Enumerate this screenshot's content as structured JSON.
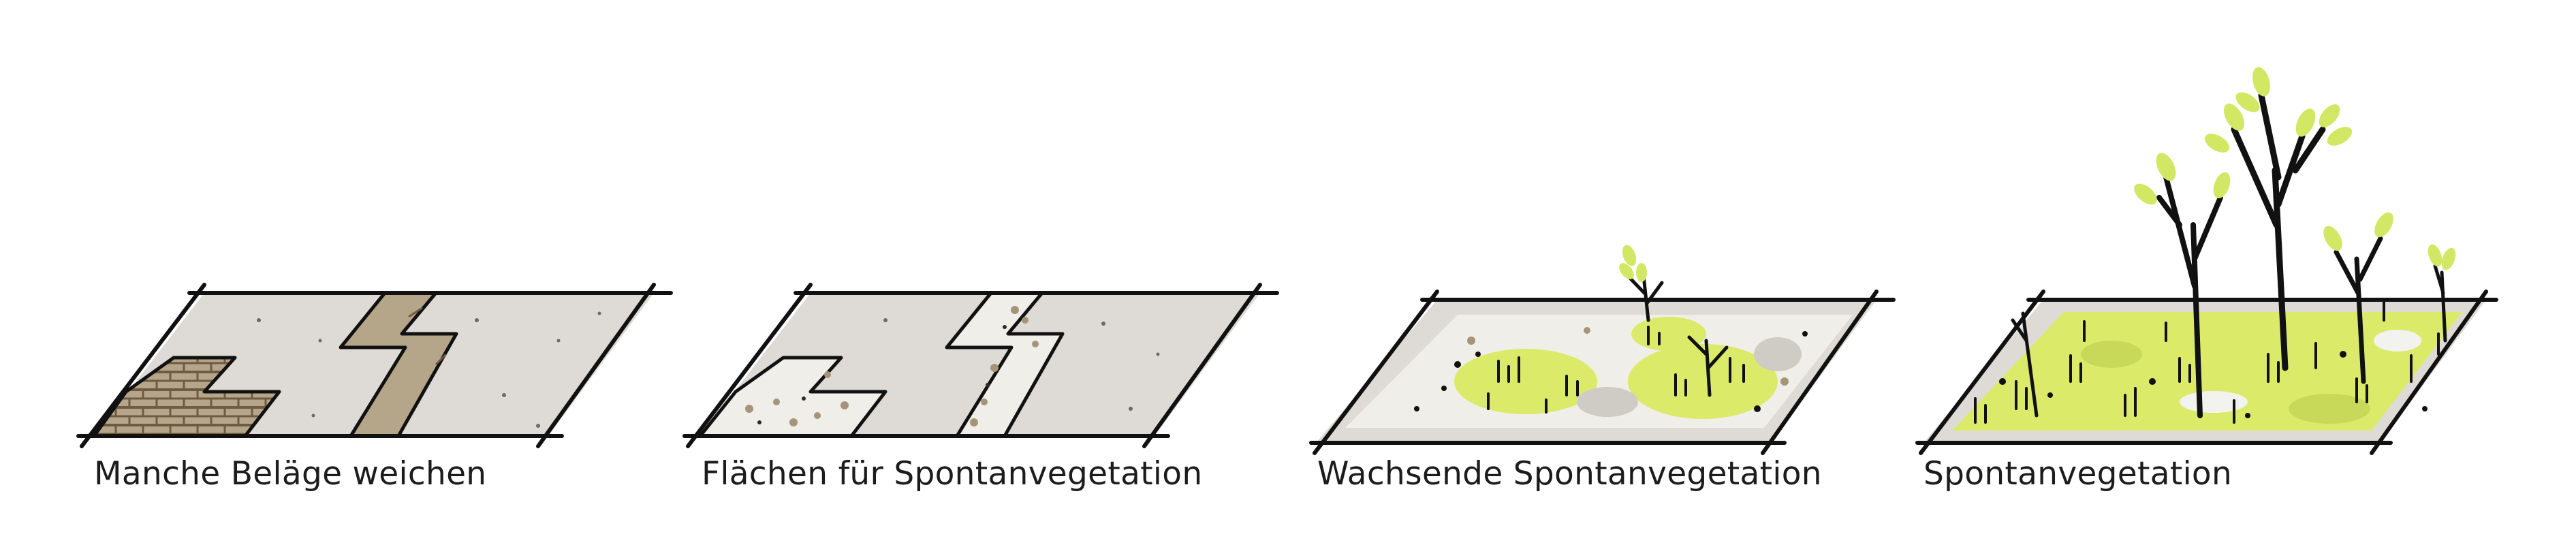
{
  "captions": {
    "stage1": "Manche Beläge weichen",
    "stage2": "Flächen für Spontanvegetation",
    "stage3": "Wachsende Spontanvegetation",
    "stage4": "Spontanvegetation"
  },
  "colors": {
    "background": "#ffffff",
    "concrete": "#dedbd6",
    "paving": "#b5a68a",
    "brick_lines": "#6d5c42",
    "gravel": "#ecebe6",
    "moss": "#dcea6a",
    "leaf": "#d2e864",
    "stroke": "#111111"
  },
  "icons": [
    "paving-slab",
    "gravel-patch",
    "grass-tuft",
    "sapling",
    "young-tree"
  ]
}
